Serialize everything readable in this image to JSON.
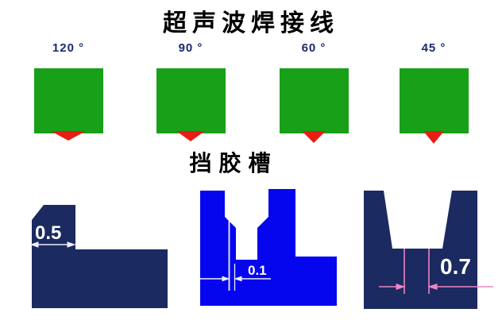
{
  "title": "超声波焊接线",
  "weld_section": {
    "items": [
      {
        "label": "120 °"
      },
      {
        "label": "90 °"
      },
      {
        "label": "60 °"
      },
      {
        "label": "45 °"
      }
    ]
  },
  "groove_section": {
    "title": "挡胶槽",
    "figures": [
      {
        "name": "step-groove",
        "dimension": "0.5"
      },
      {
        "name": "slit-groove",
        "dimension": "0.1"
      },
      {
        "name": "v-groove",
        "dimension": "0.7"
      }
    ]
  },
  "colors": {
    "weld_block_green": "#17a018",
    "weld_tip_red": "#e81d15",
    "angle_label_navy": "#1a2a6e",
    "figure_navy": "#1b2a60",
    "figure_bright_blue": "#0606ee",
    "dimension_white": "#eef0fa",
    "dimension_pink": "#ee85c5",
    "title_black": "#000000"
  }
}
